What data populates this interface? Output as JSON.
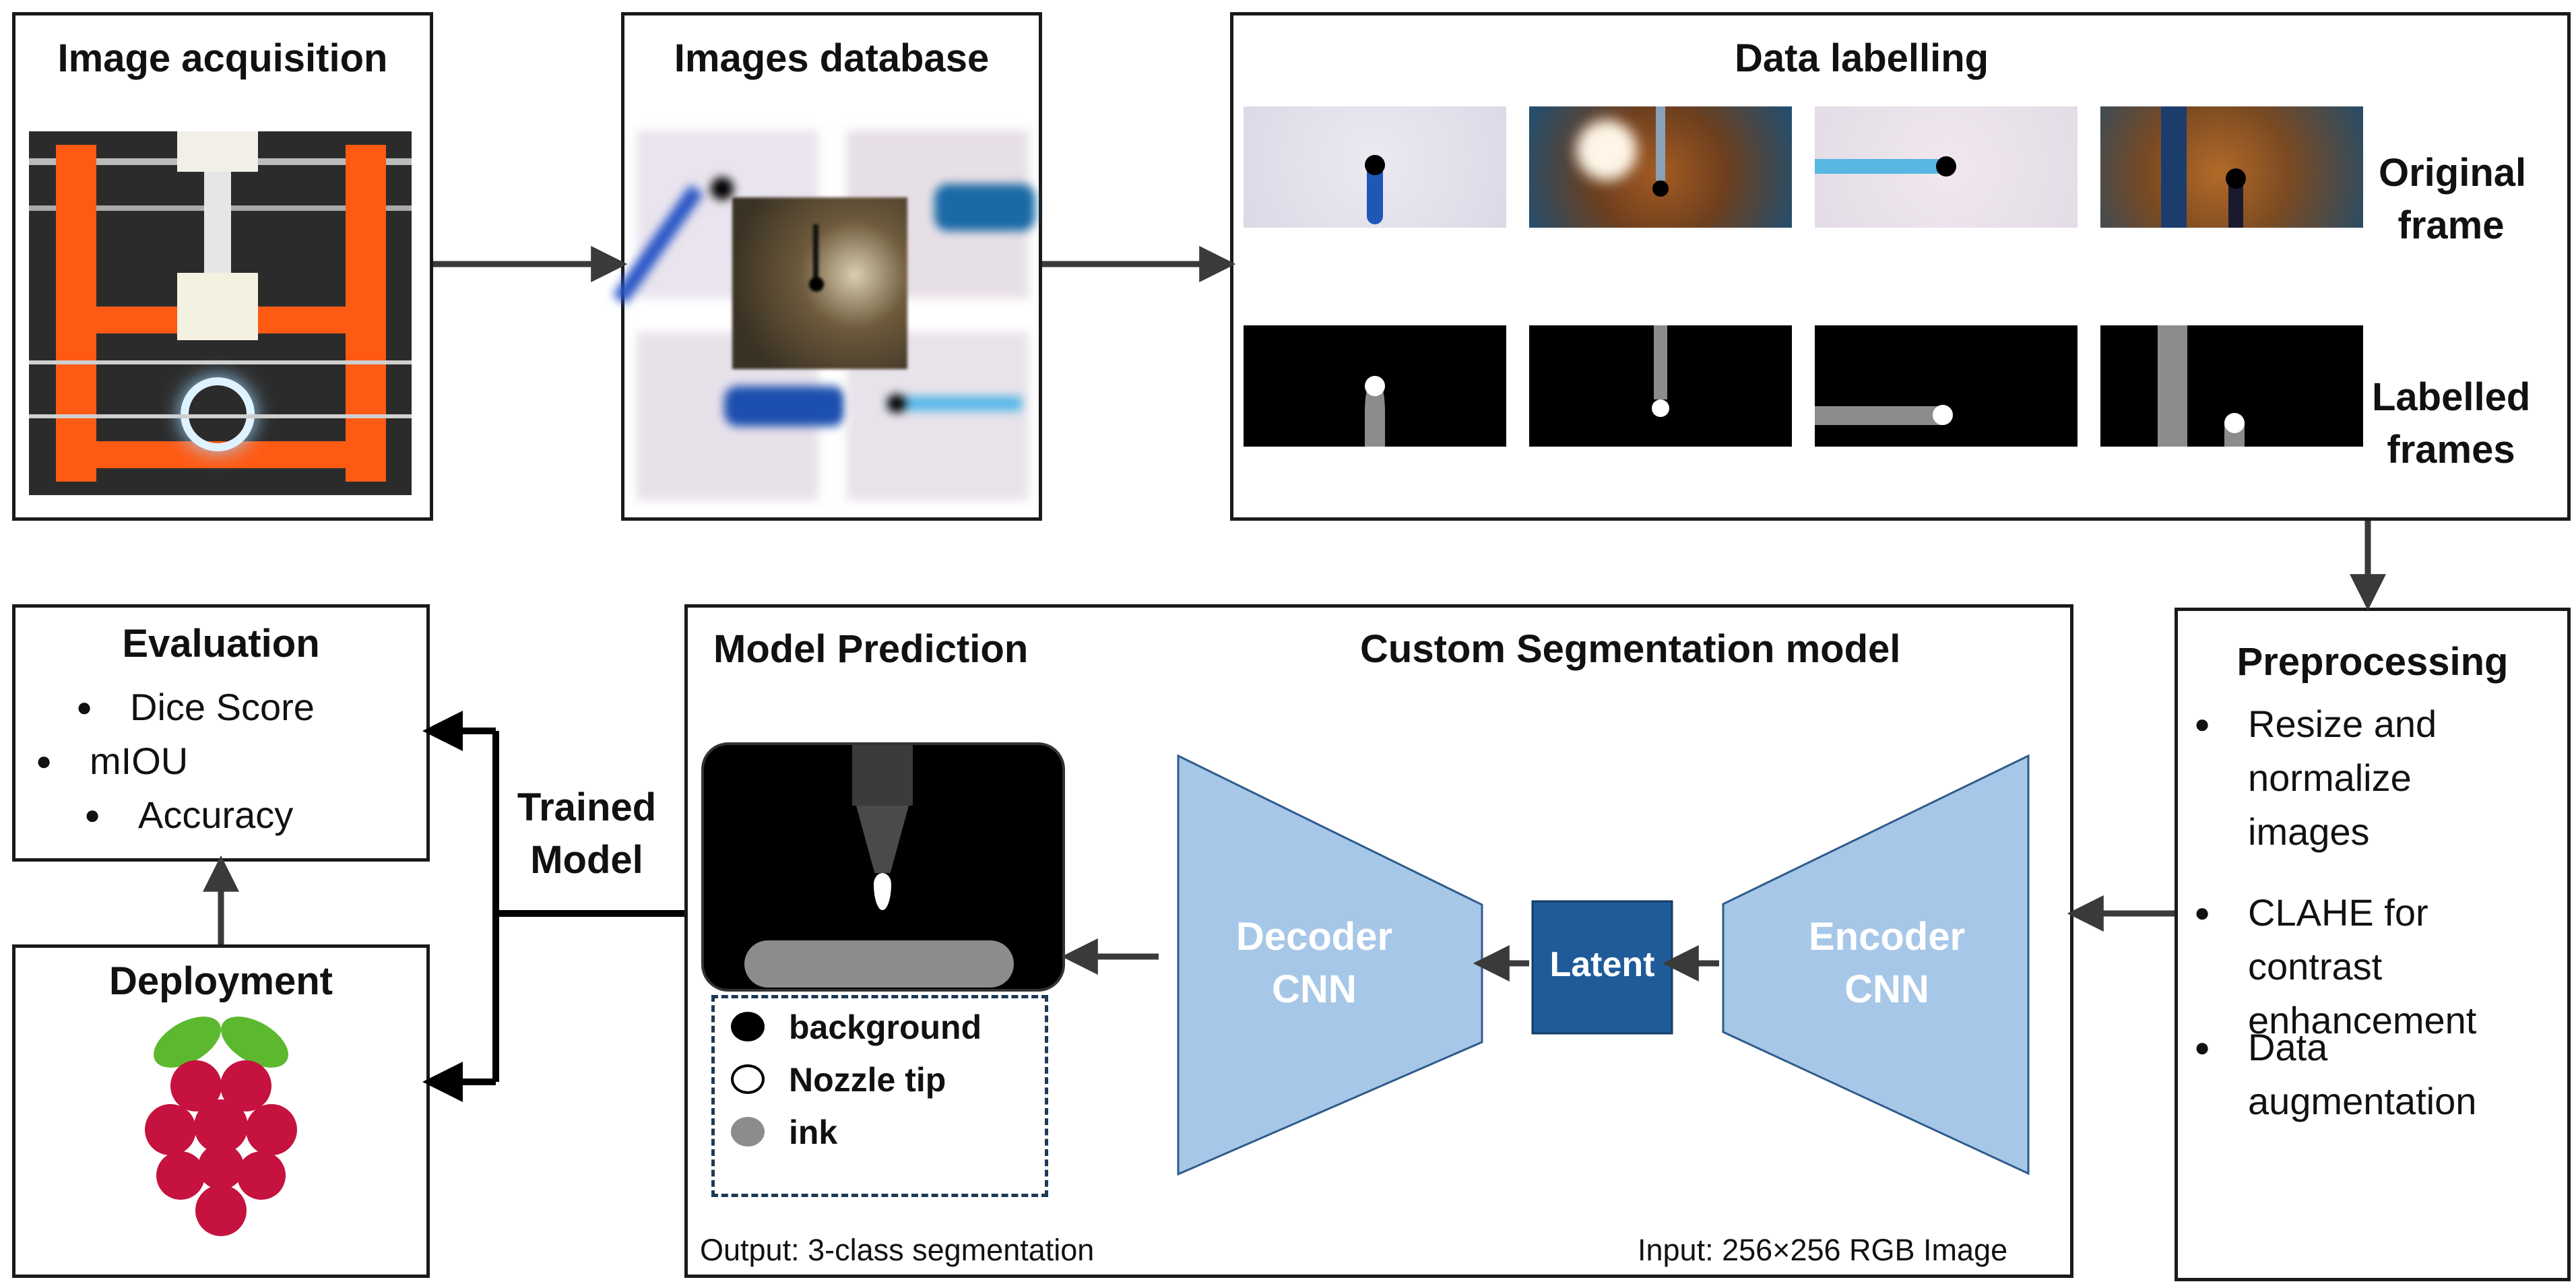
{
  "image_acquisition": {
    "title": "Image acquisition"
  },
  "images_database": {
    "title": "Images database"
  },
  "data_labelling": {
    "title": "Data labelling",
    "original_frame_label": "Original frame",
    "labelled_frames_label": "Labelled frames"
  },
  "preprocessing": {
    "title": "Preprocessing",
    "items": [
      "Resize and normalize images",
      "CLAHE for contrast enhancement",
      "Data augmentation"
    ]
  },
  "segmentation_model": {
    "title": "Custom Segmentation model",
    "prediction_title": "Model Prediction",
    "decoder_label": "Decoder CNN",
    "latent_label": "Latent",
    "encoder_label": "Encoder CNN",
    "input_note": "Input: 256×256 RGB Image",
    "output_note": "Output: 3-class segmentation",
    "legend": [
      "background",
      "Nozzle tip",
      "ink"
    ]
  },
  "trained_model": {
    "label": "Trained Model"
  },
  "evaluation": {
    "title": "Evaluation",
    "items": [
      "Dice Score",
      "mIOU",
      "Accuracy"
    ]
  },
  "deployment": {
    "title": "Deployment"
  },
  "colors": {
    "model_fill": "#a7c7e8",
    "latent_fill": "#1f5b99",
    "arrow": "#3a3a3a",
    "ink_gray": "#8c8c8c"
  }
}
